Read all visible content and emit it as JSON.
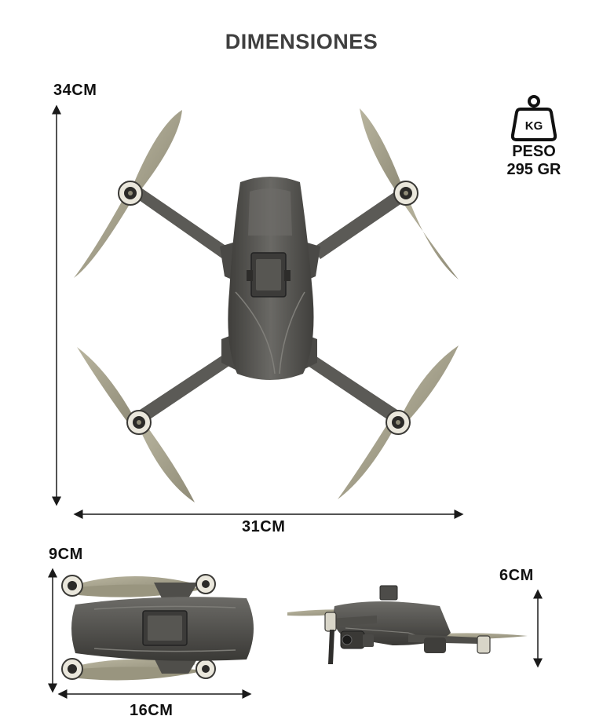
{
  "title": "DIMENSIONES",
  "top_view": {
    "height_label": "34CM",
    "width_label": "31CM"
  },
  "folded_view": {
    "height_label": "9CM",
    "length_label": "16CM"
  },
  "side_view": {
    "height_label": "6CM"
  },
  "weight": {
    "icon_text": "KG",
    "label": "PESO",
    "value": "295 GR"
  },
  "colors": {
    "body": "#545350",
    "propeller": "#a7a38f",
    "arm": "#5b5a56",
    "arrow": "#1a1a1a"
  }
}
